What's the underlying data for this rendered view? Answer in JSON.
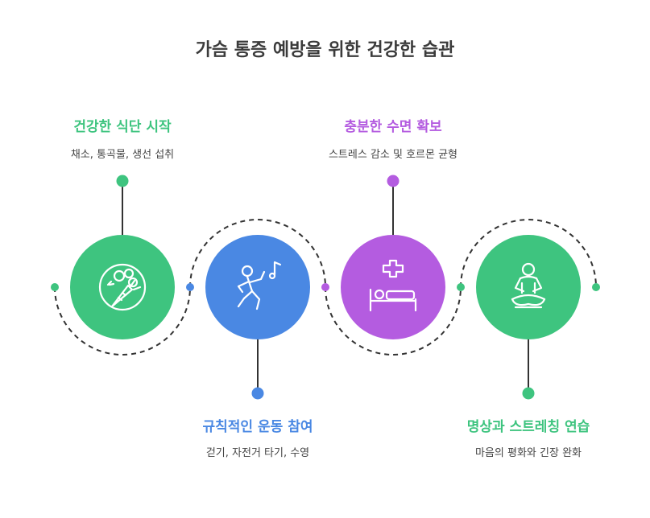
{
  "title": "가슴 통증 예방을 위한 건강한 습관",
  "colors": {
    "green": "#3ec47f",
    "blue": "#4a88e3",
    "purple": "#b45ce0",
    "line": "#333333",
    "icon": "#ffffff"
  },
  "steps": [
    {
      "title": "건강한 식단 시작",
      "desc": "채소, 통곡물, 생선 섭취",
      "color": "#3ec47f",
      "icon": "vegetable-icon"
    },
    {
      "title": "규칙적인 운동 참여",
      "desc": "걷기, 자전거 타기, 수영",
      "color": "#4a88e3",
      "icon": "exercise-icon"
    },
    {
      "title": "충분한 수면 확보",
      "desc": "스트레스 감소 및 호르몬 균형",
      "color": "#b45ce0",
      "icon": "bed-icon"
    },
    {
      "title": "명상과 스트레칭 연습",
      "desc": "마음의 평화와 긴장 완화",
      "color": "#3ec47f",
      "icon": "meditation-icon"
    }
  ]
}
